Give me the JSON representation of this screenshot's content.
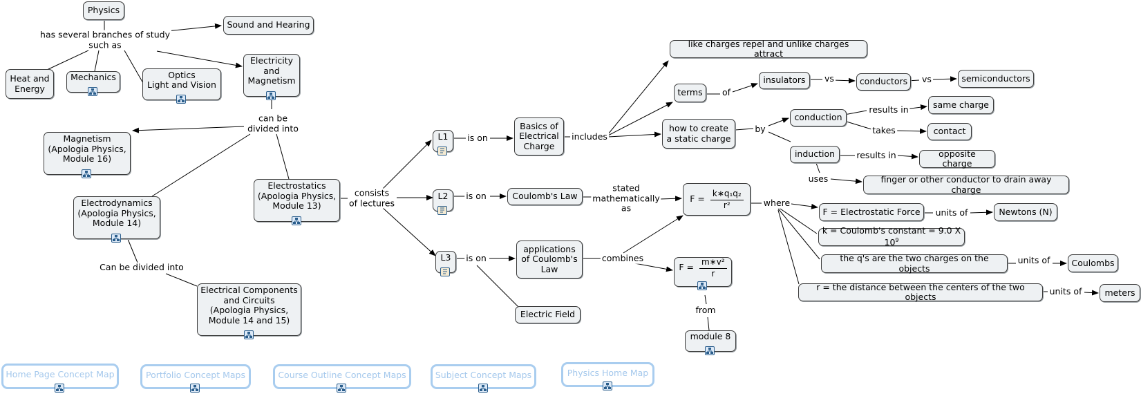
{
  "colors": {
    "node_fill": "#eef1f3",
    "node_border": "#3c3c3c",
    "nav_border": "#a9cdef",
    "nav_text": "#a4c8ec",
    "icon_blue": "#2b5e8c"
  },
  "concepts": {
    "physics": "Physics",
    "sound": "Sound and Hearing",
    "heat": "Heat and\nEnergy",
    "mechanics": "Mechanics",
    "optics": "Optics\nLight and Vision",
    "em": "Electricity\nand\nMagnetism",
    "magnetism": "Magnetism\n(Apologia Physics,\nModule 16)",
    "electrodynamics": "Electrodynamics\n(Apologia Physics,\nModule 14)",
    "electrostatics": "Electrostatics\n(Apologia Physics,\nModule 13)",
    "components": "Electrical Components\nand Circuits\n(Apologia Physics,\nModule 14 and 15)",
    "l1": "L1",
    "l2": "L2",
    "l3": "L3",
    "basics": "Basics of\nElectrical\nCharge",
    "coulombs_law": "Coulomb's Law",
    "applications": "applications\nof Coulomb's\nLaw",
    "electric_field": "Electric Field",
    "like_charges": "like charges repel and unlike charges attract",
    "terms": "terms",
    "insulators": "insulators",
    "conductors": "conductors",
    "semiconductors": "semiconductors",
    "static_charge": "how to create\na static charge",
    "conduction": "conduction",
    "same_charge": "same charge",
    "contact": "contact",
    "induction": "induction",
    "opposite_charge": "opposite charge",
    "finger": "finger or other conductor to drain away charge",
    "f_electrostatic": "F = Electrostatic Force",
    "newtons": "Newtons (N)",
    "k_const": "k = Coulomb's constant = 9.0 X 10",
    "k_exp": "9",
    "qs": "the q's are the two charges on the objects",
    "coulombs": "Coulombs",
    "r_distance": "r = the distance between the centers of the two objects",
    "meters": "meters",
    "module8": "module 8",
    "formula1_lhs": "F =",
    "formula1_num": "k∗q₁q₂",
    "formula1_den": "r²",
    "formula2_lhs": "F =",
    "formula2_num": "m∗v²",
    "formula2_den": "r"
  },
  "links": {
    "branches": "has several branches of study\nsuch as",
    "divided": "can be\ndivided into",
    "divided2": "Can be divided into",
    "consists": "consists\nof lectures",
    "is_on_1": "is on",
    "is_on_2": "is on",
    "is_on_3": "is on",
    "includes": "includes",
    "of": "of",
    "vs1": "vs",
    "vs2": "vs",
    "by": "by",
    "results_in_1": "results in",
    "takes": "takes",
    "results_in_2": "results in",
    "uses": "uses",
    "stated": "stated\nmathematically\nas",
    "combines": "combines",
    "where": "where",
    "units_of_1": "units of",
    "units_of_2": "units of",
    "units_of_3": "units of",
    "from": "from"
  },
  "nav": {
    "home": "Home Page Concept Map",
    "portfolio": "Portfolio Concept Maps",
    "course": "Course Outline Concept Maps",
    "subject": "Subject Concept Maps",
    "physics_home": "Physics Home Map"
  },
  "icons": {
    "submap": "concept-map-icon",
    "resource": "document-icon"
  }
}
